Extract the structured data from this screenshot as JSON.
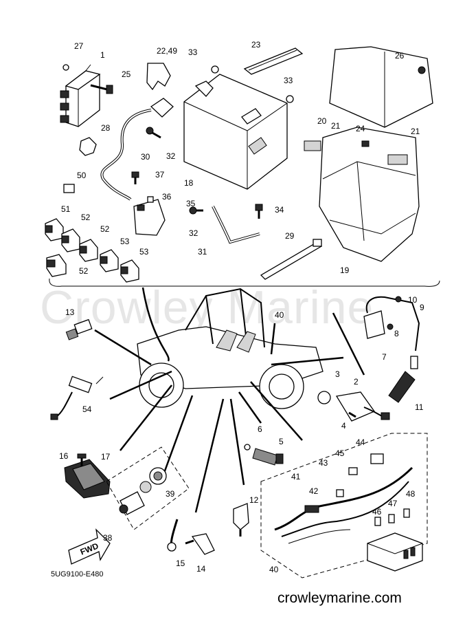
{
  "diagram": {
    "code": "5UG9100-E480",
    "watermark": "Crowley Marine",
    "website": "crowleymarine.com",
    "fwd_arrow": "FWD",
    "labels": [
      "1",
      "2",
      "3",
      "4",
      "5",
      "6",
      "7",
      "8",
      "9",
      "10",
      "11",
      "12",
      "13",
      "14",
      "15",
      "16",
      "17",
      "18",
      "19",
      "20",
      "21",
      "21",
      "22,49",
      "23",
      "24",
      "25",
      "26",
      "27",
      "28",
      "29",
      "30",
      "31",
      "32",
      "32",
      "33",
      "33",
      "34",
      "35",
      "36",
      "37",
      "38",
      "39",
      "40",
      "40",
      "41",
      "42",
      "43",
      "44",
      "45",
      "46",
      "47",
      "48",
      "50",
      "51",
      "52",
      "52",
      "52",
      "53",
      "53",
      "54"
    ]
  }
}
